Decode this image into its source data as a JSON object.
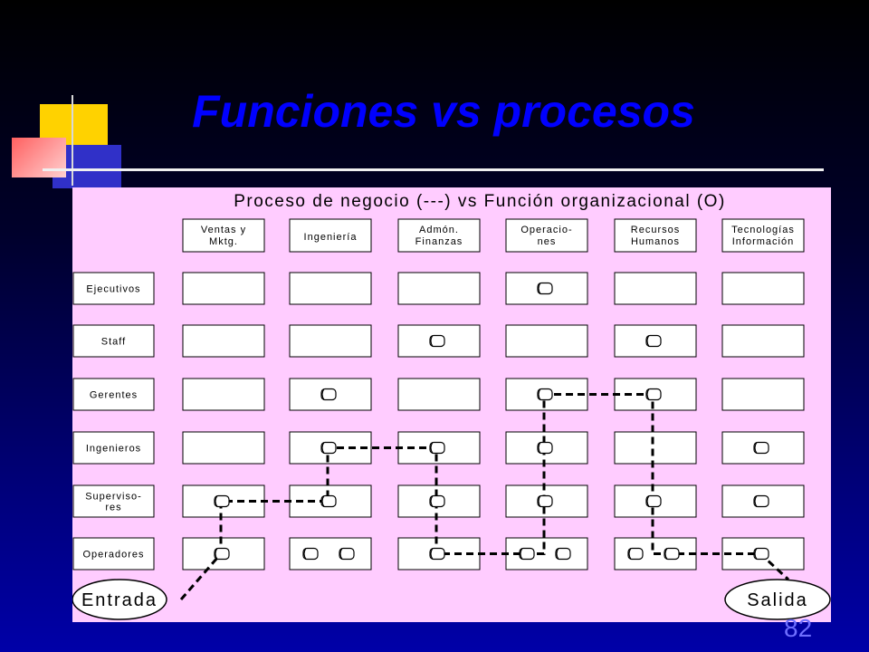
{
  "slide": {
    "title": "Funciones vs procesos",
    "page_number": "82"
  },
  "diagram": {
    "subtitle": "Proceso de negocio (---) vs Función organizacional (O)",
    "functions": [
      [
        "Ventas y",
        "Mktg."
      ],
      [
        "Ingeniería"
      ],
      [
        "Admón.",
        "Finanzas"
      ],
      [
        "Operacio-",
        "nes"
      ],
      [
        "Recursos",
        "Humanos"
      ],
      [
        "Tecnologías",
        "Información"
      ]
    ],
    "roles": [
      [
        "Ejecutivos"
      ],
      [
        "Staff"
      ],
      [
        "Gerentes"
      ],
      [
        "Ingenieros"
      ],
      [
        "Superviso-",
        "res"
      ],
      [
        "Operadores"
      ]
    ],
    "activities": [
      {
        "row": 0,
        "col": 3,
        "slot": "c"
      },
      {
        "row": 1,
        "col": 2,
        "slot": "c"
      },
      {
        "row": 1,
        "col": 4,
        "slot": "c"
      },
      {
        "row": 2,
        "col": 1,
        "slot": "c"
      },
      {
        "row": 2,
        "col": 3,
        "slot": "c"
      },
      {
        "row": 2,
        "col": 4,
        "slot": "c"
      },
      {
        "row": 3,
        "col": 1,
        "slot": "c"
      },
      {
        "row": 3,
        "col": 2,
        "slot": "c"
      },
      {
        "row": 3,
        "col": 3,
        "slot": "c"
      },
      {
        "row": 3,
        "col": 5,
        "slot": "c"
      },
      {
        "row": 4,
        "col": 0,
        "slot": "c"
      },
      {
        "row": 4,
        "col": 1,
        "slot": "c"
      },
      {
        "row": 4,
        "col": 2,
        "slot": "c"
      },
      {
        "row": 4,
        "col": 3,
        "slot": "c"
      },
      {
        "row": 4,
        "col": 4,
        "slot": "c"
      },
      {
        "row": 4,
        "col": 5,
        "slot": "c"
      },
      {
        "row": 5,
        "col": 0,
        "slot": "c"
      },
      {
        "row": 5,
        "col": 1,
        "slot": "l"
      },
      {
        "row": 5,
        "col": 1,
        "slot": "r"
      },
      {
        "row": 5,
        "col": 2,
        "slot": "c"
      },
      {
        "row": 5,
        "col": 3,
        "slot": "l"
      },
      {
        "row": 5,
        "col": 3,
        "slot": "r"
      },
      {
        "row": 5,
        "col": 4,
        "slot": "l"
      },
      {
        "row": 5,
        "col": 4,
        "slot": "r"
      },
      {
        "row": 5,
        "col": 5,
        "slot": "c"
      }
    ],
    "entry_label": "Entrada",
    "exit_label": "Salida",
    "process_path": [
      "entry",
      {
        "row": 5,
        "col": 0
      },
      {
        "row": 4,
        "col": 0
      },
      {
        "row": 4,
        "col": 1
      },
      {
        "row": 3,
        "col": 1
      },
      {
        "row": 3,
        "col": 2
      },
      {
        "row": 5,
        "col": 2
      },
      {
        "row": 5,
        "col": 3
      },
      {
        "row": 2,
        "col": 3
      },
      {
        "row": 2,
        "col": 4
      },
      {
        "row": 5,
        "col": 4
      },
      {
        "row": 5,
        "col": 5
      },
      "exit"
    ],
    "colors": {
      "panel": "#ffccff",
      "cell": "#ffffff",
      "stroke": "#000000"
    }
  }
}
